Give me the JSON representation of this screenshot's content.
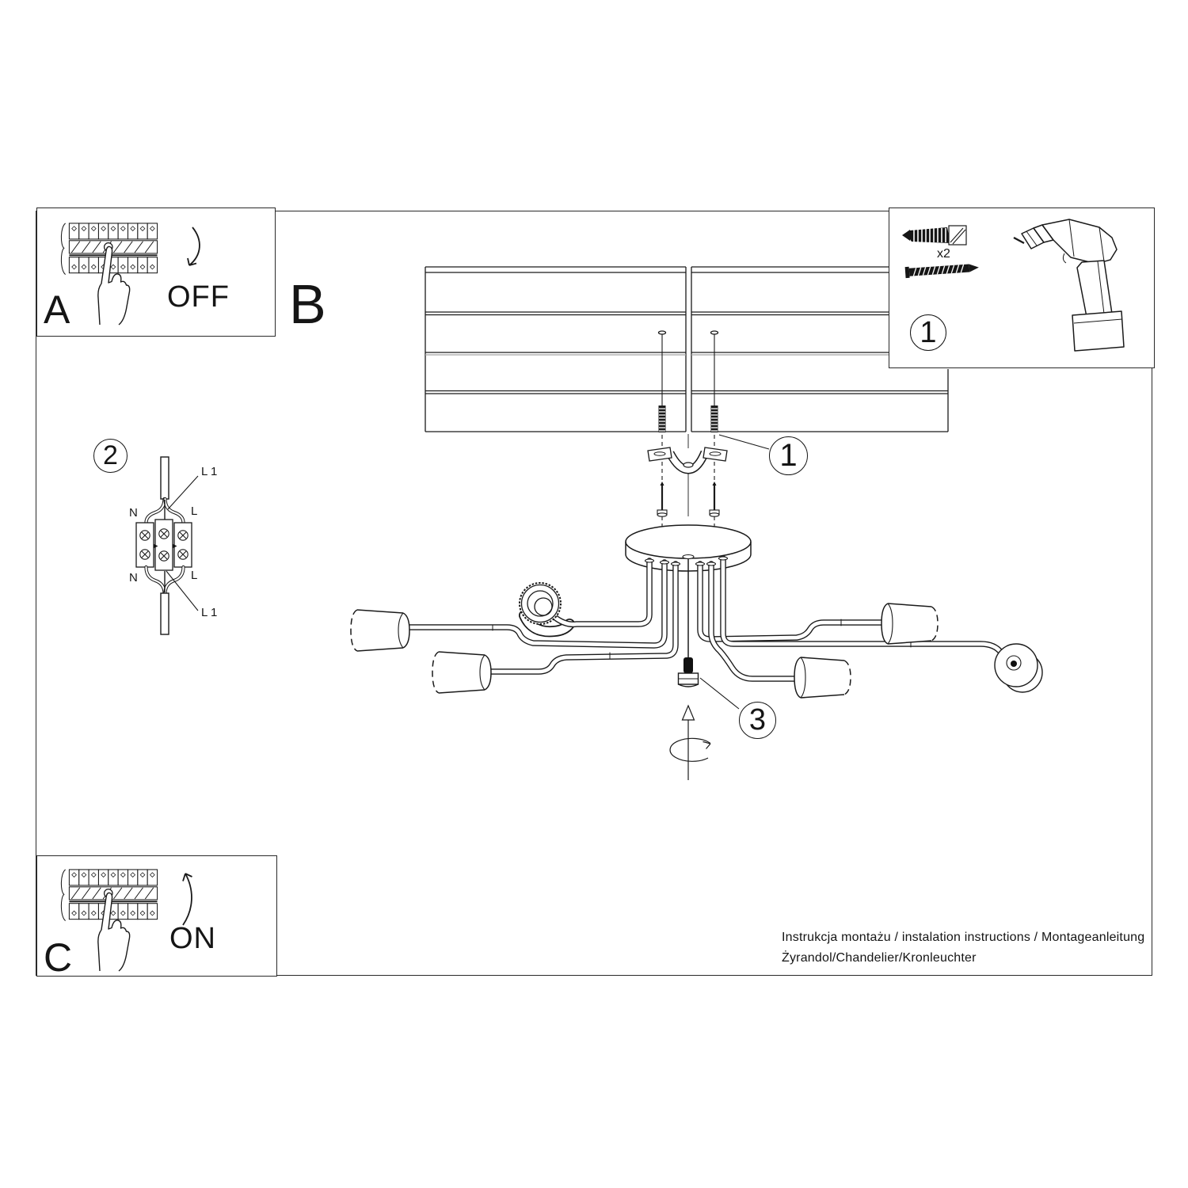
{
  "panels": {
    "a": {
      "letter": "A",
      "action": "OFF"
    },
    "b": {
      "letter": "B"
    },
    "c": {
      "letter": "C",
      "action": "ON"
    }
  },
  "steps": {
    "one": "1",
    "two": "2",
    "three": "3"
  },
  "tools": {
    "anchor_quantity": "x2"
  },
  "wiring": {
    "top_cable_label": "L 1",
    "top_left": "N",
    "top_right": "L",
    "bottom_left": "N",
    "bottom_right": "L",
    "bottom_cable_label": "L 1"
  },
  "footer": {
    "line1": "Instrukcja montażu / instalation instructions / Montageanleitung",
    "line2": "Żyrandol/Chandelier/Kronleuchter"
  },
  "colors": {
    "line": "#1a1a1a",
    "fill_dark": "#161616",
    "paper": "#ffffff"
  }
}
